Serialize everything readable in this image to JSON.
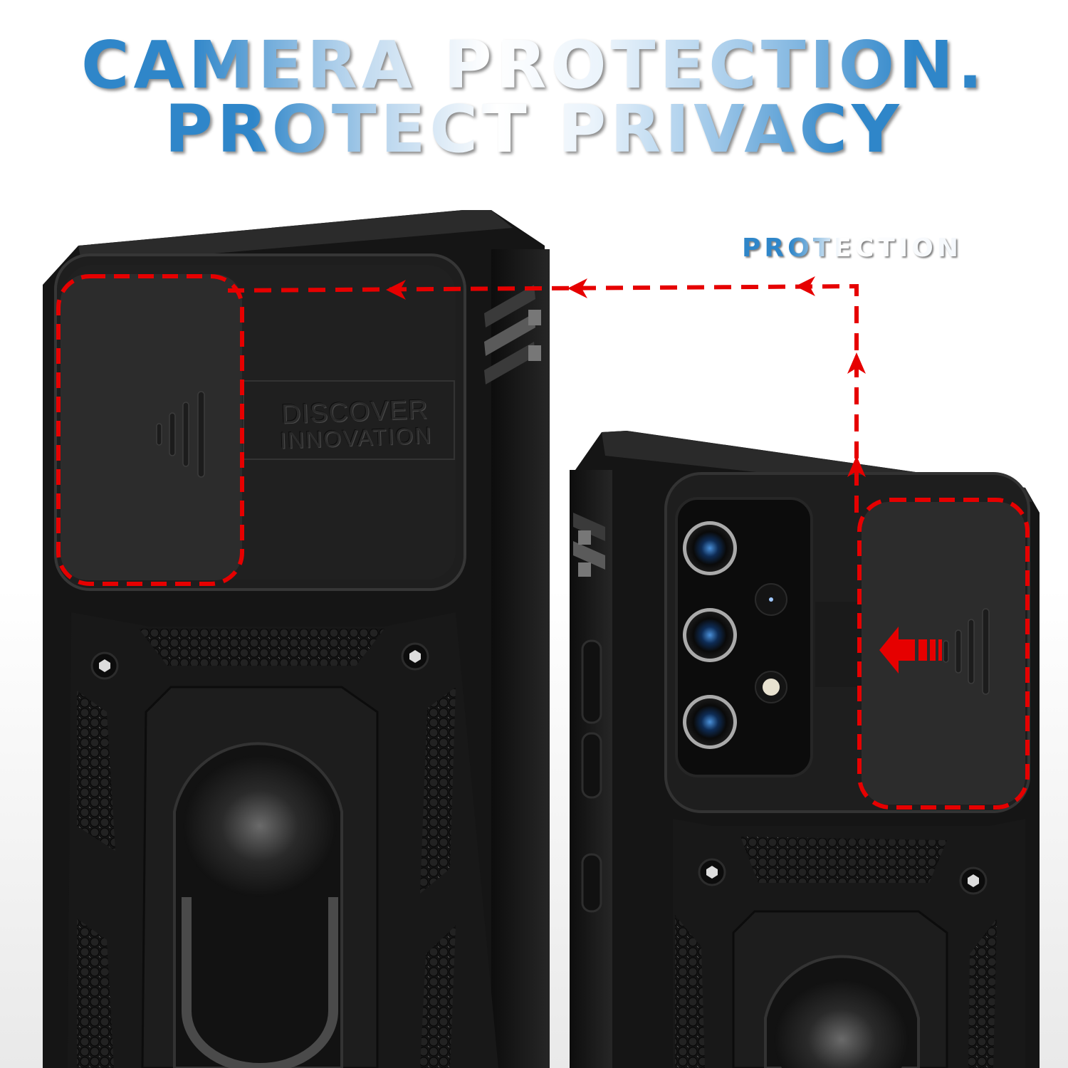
{
  "headline": {
    "line1": "CAMERA PROTECTION.",
    "line2": "PROTECT PRIVACY"
  },
  "callout": {
    "label": "PROTECTION",
    "arrow_color": "#e60000",
    "direction": "from right phone slider up, left, into left phone slider"
  },
  "left_phone": {
    "state": "camera-cover-closed",
    "emboss_line1": "DISCOVER",
    "emboss_line2": "INNOVATION",
    "features": [
      "sliding-camera-cover",
      "ring-kickstand",
      "honeycomb-grip-panels",
      "corner-screws"
    ]
  },
  "right_phone": {
    "state": "camera-cover-open",
    "slider_arrow": "slide-left",
    "features": [
      "triple-camera",
      "flash",
      "sliding-camera-cover",
      "ring-kickstand",
      "honeycomb-grip-panels",
      "corner-screws"
    ]
  },
  "colors": {
    "brand_blue": "#2f86c9",
    "case_black": "#1c1c1c",
    "highlight_red": "#e60000",
    "background": "#ffffff"
  }
}
